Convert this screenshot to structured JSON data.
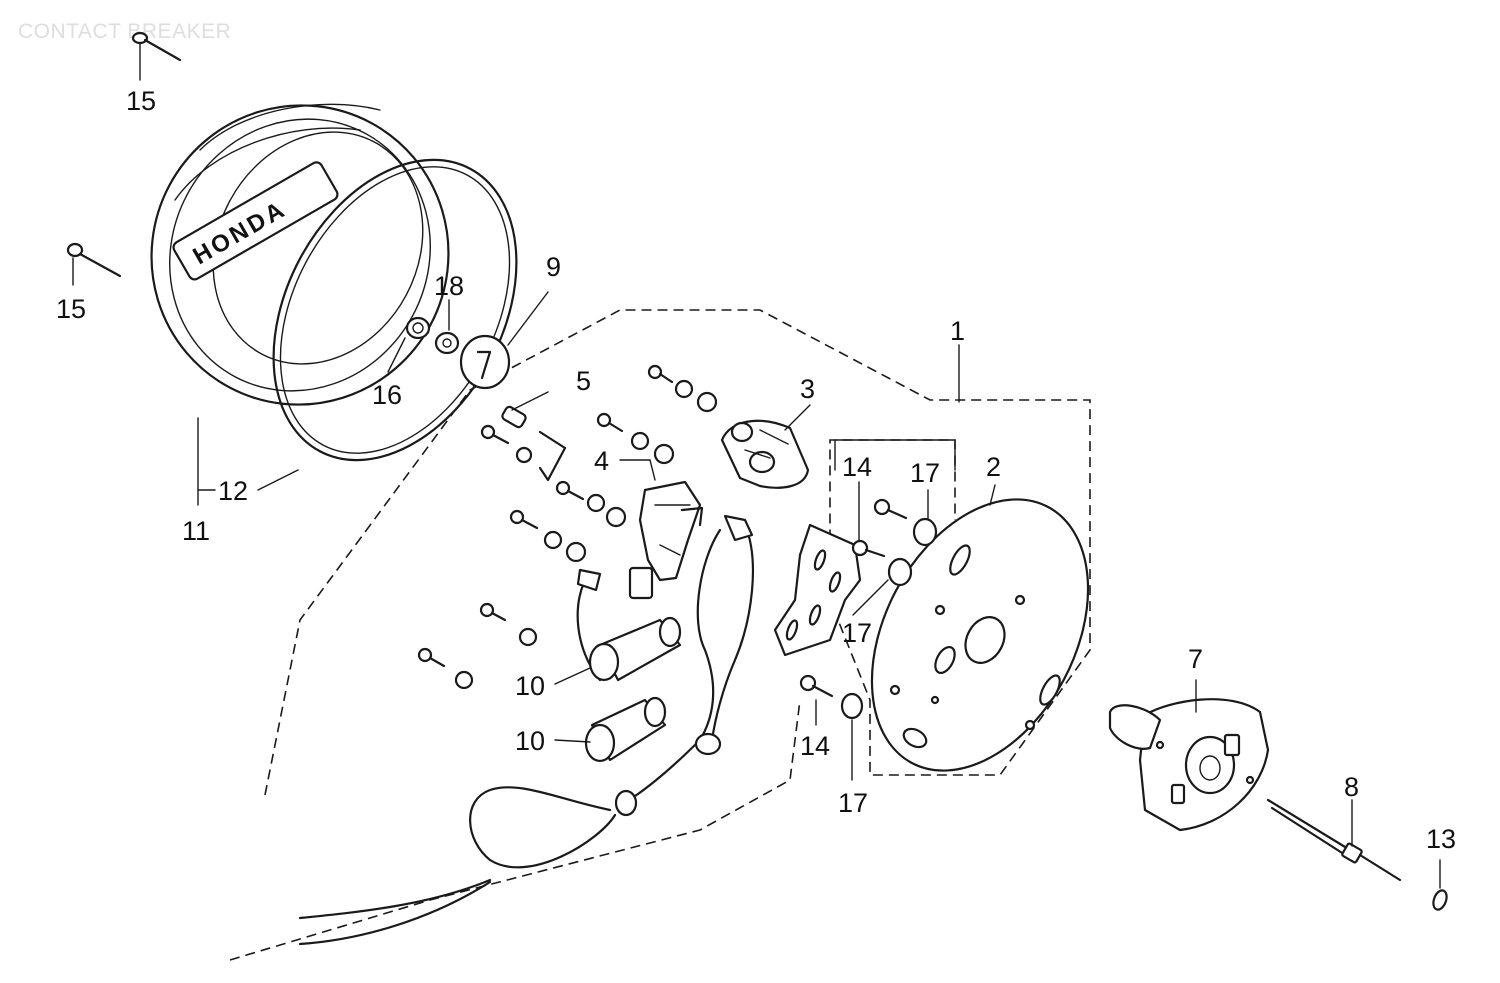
{
  "title": "CONTACT BREAKER",
  "callouts": [
    "15",
    "15",
    "18",
    "9",
    "16",
    "5",
    "3",
    "1",
    "4",
    "14",
    "17",
    "2",
    "17",
    "10",
    "10",
    "14",
    "17",
    "7",
    "8",
    "13",
    "12",
    "11"
  ],
  "emblem_text": "HONDA",
  "colors": {
    "ink": "#1a1a1a",
    "paper": "#ffffff",
    "title": "#dedede"
  }
}
